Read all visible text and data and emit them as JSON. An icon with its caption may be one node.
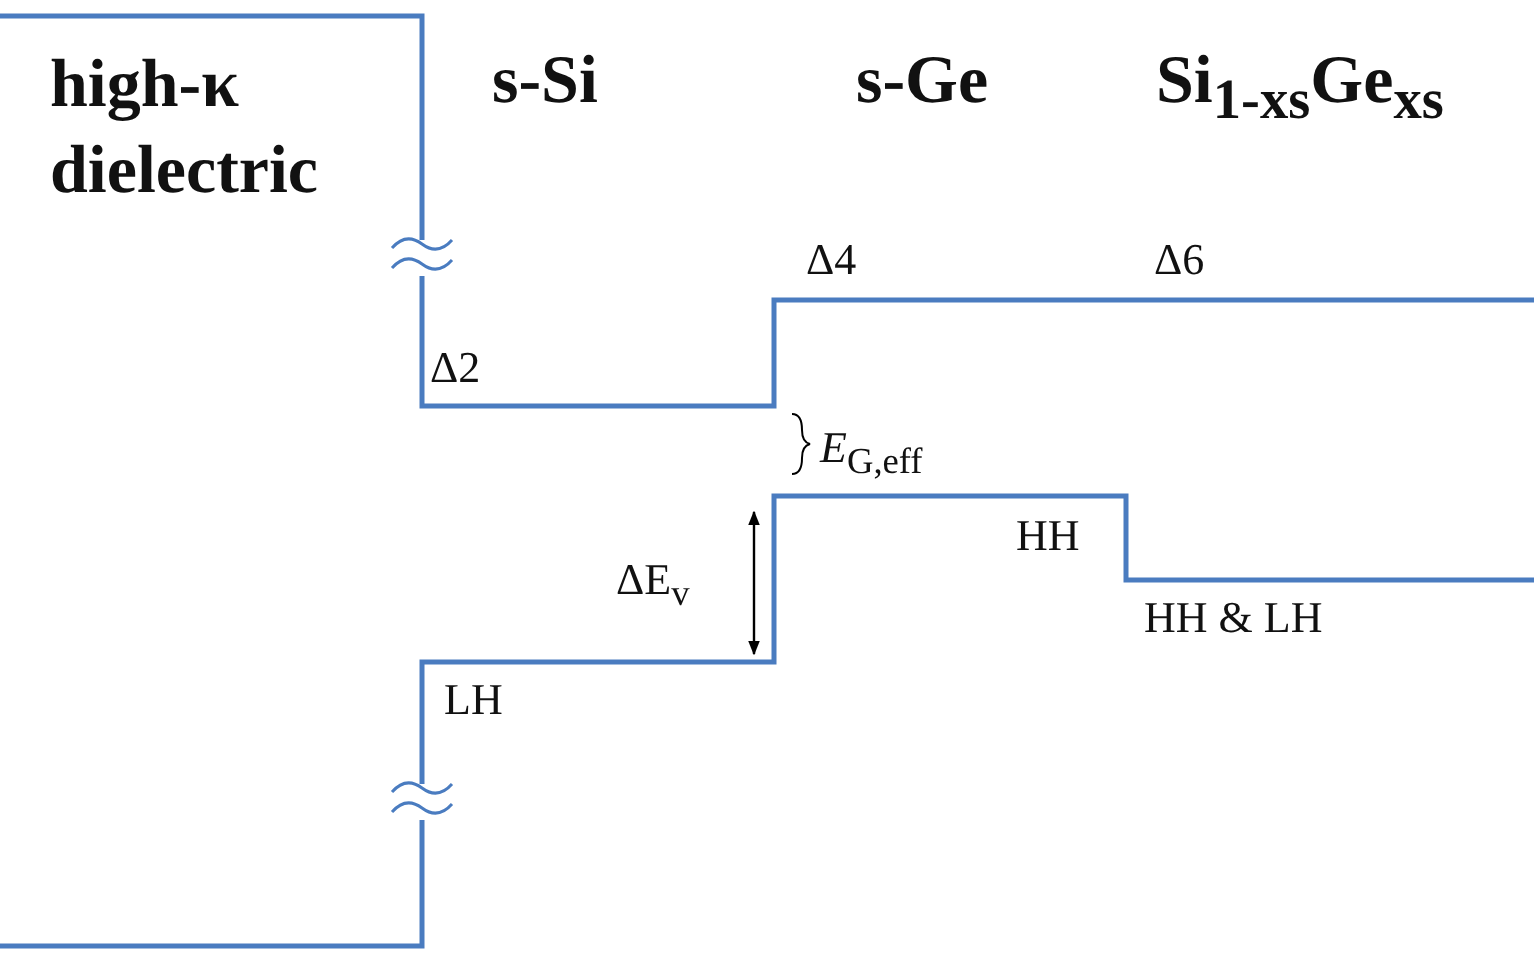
{
  "diagram": {
    "labels": [
      "high-κ dielectric",
      "s-Si",
      "s-Ge",
      "Si$_{1-xs}$Ge$_{xs}$",
      "Δ2",
      "Δ4",
      "Δ6",
      "*E*$_{G,eff}$",
      "HH",
      "ΔE$_{v}$",
      "HH & LH",
      "LH"
    ]
  }
}
